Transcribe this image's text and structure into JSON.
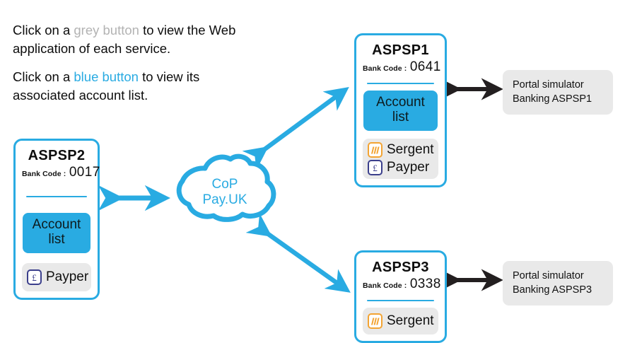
{
  "instructions": {
    "line1_a": "Click on a ",
    "line1_kw": "grey button",
    "line1_b": " to view the Web application of each service.",
    "line2_a": "Click on a ",
    "line2_kw": "blue button",
    "line2_b": " to view its associated account list."
  },
  "colors": {
    "accent_blue": "#29abe2",
    "grey_button": "#e9e9e9",
    "grey_text": "#b3b3b3",
    "sergent_orange": "#f3a433",
    "payper_navy": "#3b3f8c",
    "arrow_black": "#231f20"
  },
  "cloud": {
    "name": "CoP Pay.UK",
    "line1": "CoP",
    "line2": "Pay.UK"
  },
  "bank_code_label": "Bank Code :",
  "account_list_label": "Account list",
  "cards": [
    {
      "id": "aspsp1",
      "title": "ASPSP1",
      "bank_code": "0641",
      "has_account_list": true,
      "services": [
        {
          "name": "Sergent",
          "icon": "sergent-icon"
        },
        {
          "name": "Payper",
          "icon": "payper-icon"
        }
      ]
    },
    {
      "id": "aspsp2",
      "title": "ASPSP2",
      "bank_code": "0017",
      "has_account_list": true,
      "services": [
        {
          "name": "Payper",
          "icon": "payper-icon"
        }
      ]
    },
    {
      "id": "aspsp3",
      "title": "ASPSP3",
      "bank_code": "0338",
      "has_account_list": false,
      "services": [
        {
          "name": "Sergent",
          "icon": "sergent-icon"
        }
      ]
    }
  ],
  "portals": [
    {
      "id": "portal1",
      "line1": "Portal simulator",
      "line2": "Banking ASPSP1"
    },
    {
      "id": "portal3",
      "line1": "Portal simulator",
      "line2": "Banking ASPSP3"
    }
  ],
  "payper_symbol": "£"
}
